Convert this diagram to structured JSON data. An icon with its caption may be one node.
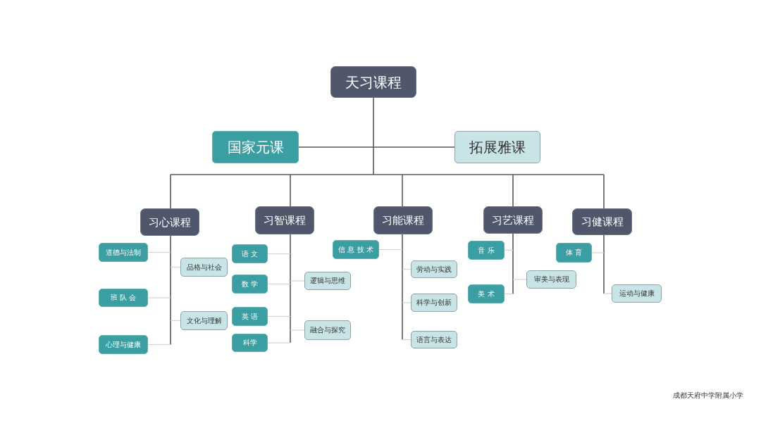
{
  "diagram": {
    "nodes": [
      {
        "text": [
          "天习课程"
        ]
      },
      {
        "text": [
          "国家元课"
        ]
      },
      {
        "text": [
          "拓展雅课"
        ]
      },
      {
        "text": [
          "习心课程"
        ]
      },
      {
        "text": [
          "习智课程"
        ]
      },
      {
        "text": [
          "习能课程"
        ]
      },
      {
        "text": [
          "习艺课程"
        ]
      },
      {
        "text": [
          "习健课程"
        ]
      },
      {
        "text": [
          "道德与法制"
        ]
      },
      {
        "text": [
          "品格与社会"
        ]
      },
      {
        "text": [
          "班 队 会"
        ]
      },
      {
        "text": [
          "文化与理解"
        ]
      },
      {
        "text": [
          "心理与健康"
        ]
      },
      {
        "text": [
          "语 文"
        ]
      },
      {
        "text": [
          "逻辑与思维"
        ]
      },
      {
        "text": [
          "数 学"
        ]
      },
      {
        "text": [
          "英 语"
        ]
      },
      {
        "text": [
          "融合与探究"
        ]
      },
      {
        "text": [
          "科学"
        ]
      },
      {
        "text": [
          "信 息 技 术"
        ]
      },
      {
        "text": [
          "劳动与实践"
        ]
      },
      {
        "text": [
          "科学与创新"
        ]
      },
      {
        "text": [
          "语言与表达"
        ]
      },
      {
        "text": [
          "音 乐"
        ]
      },
      {
        "text": [
          "审美与表现"
        ]
      },
      {
        "text": [
          "美 术"
        ]
      },
      {
        "text": [
          "体 育"
        ]
      },
      {
        "text": [
          "运动与健康"
        ]
      }
    ],
    "edges": [
      {
        "from": 0,
        "to": 1,
        "arrow": "none"
      },
      {
        "from": 0,
        "to": 2,
        "arrow": "none"
      },
      {
        "from": 0,
        "to": 3,
        "arrow": "none"
      },
      {
        "from": 0,
        "to": 4,
        "arrow": "none"
      },
      {
        "from": 0,
        "to": 5,
        "arrow": "none"
      },
      {
        "from": 0,
        "to": 6,
        "arrow": "none"
      },
      {
        "from": 0,
        "to": 7,
        "arrow": "none"
      },
      {
        "from": 3,
        "to": 8,
        "arrow": "none"
      },
      {
        "from": 3,
        "to": 9,
        "arrow": "none"
      },
      {
        "from": 3,
        "to": 10,
        "arrow": "none"
      },
      {
        "from": 3,
        "to": 11,
        "arrow": "none"
      },
      {
        "from": 3,
        "to": 12,
        "arrow": "none"
      },
      {
        "from": 4,
        "to": 13,
        "arrow": "none"
      },
      {
        "from": 4,
        "to": 14,
        "arrow": "none"
      },
      {
        "from": 4,
        "to": 15,
        "arrow": "none"
      },
      {
        "from": 4,
        "to": 16,
        "arrow": "none"
      },
      {
        "from": 4,
        "to": 17,
        "arrow": "none"
      },
      {
        "from": 4,
        "to": 18,
        "arrow": "none"
      },
      {
        "from": 5,
        "to": 19,
        "arrow": "none"
      },
      {
        "from": 5,
        "to": 20,
        "arrow": "none"
      },
      {
        "from": 5,
        "to": 21,
        "arrow": "none"
      },
      {
        "from": 5,
        "to": 22,
        "arrow": "none"
      },
      {
        "from": 6,
        "to": 23,
        "arrow": "none"
      },
      {
        "from": 6,
        "to": 24,
        "arrow": "none"
      },
      {
        "from": 6,
        "to": 25,
        "arrow": "none"
      },
      {
        "from": 7,
        "to": 26,
        "arrow": "none"
      },
      {
        "from": 7,
        "to": 27,
        "arrow": "none"
      }
    ],
    "labels": [
      "成都天府中学附属小学"
    ]
  }
}
